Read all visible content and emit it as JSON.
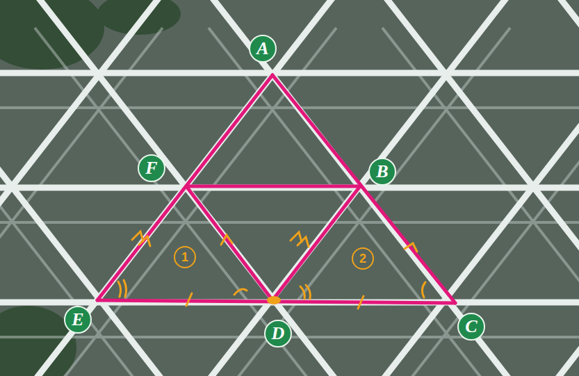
{
  "diagram": {
    "nodes": [
      {
        "text": [
          "A"
        ]
      },
      {
        "text": [
          "F"
        ]
      },
      {
        "text": [
          "B"
        ]
      },
      {
        "text": [
          "1"
        ]
      },
      {
        "text": [
          "2"
        ]
      },
      {
        "text": [
          "E"
        ]
      },
      {
        "text": [
          "D"
        ]
      },
      {
        "text": [
          "C"
        ]
      }
    ]
  }
}
